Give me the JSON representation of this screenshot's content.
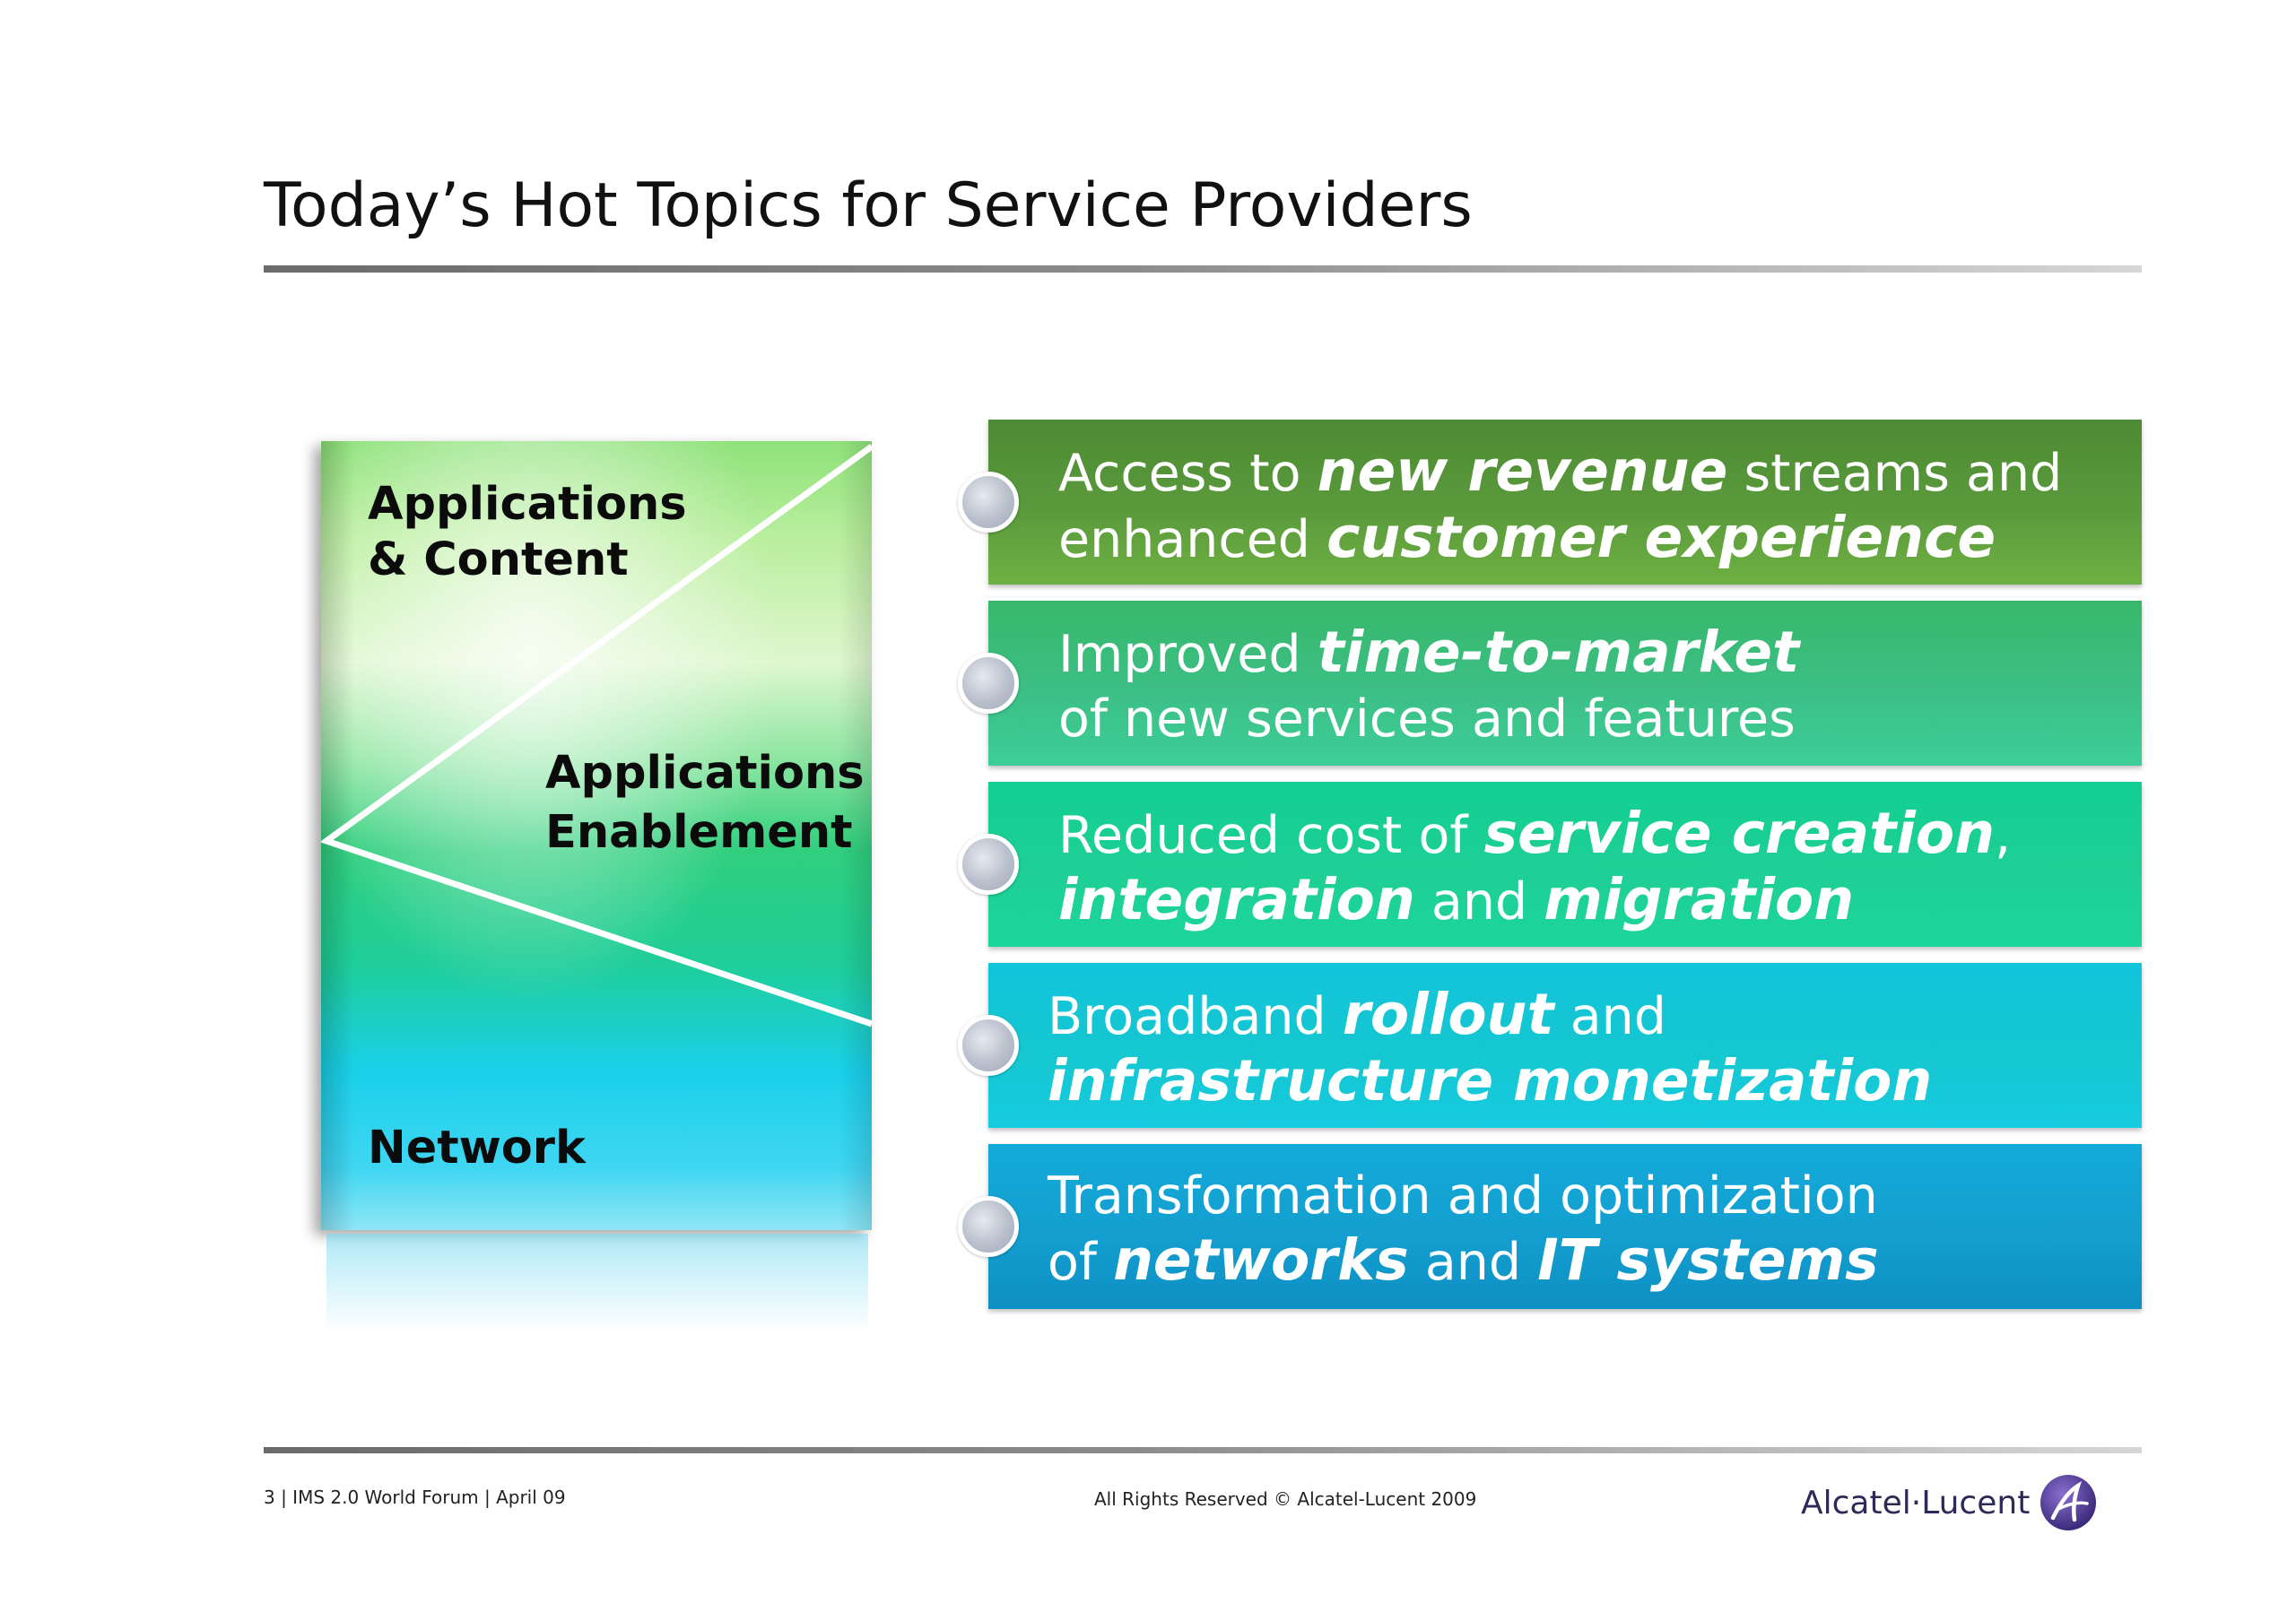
{
  "title": "Today’s Hot Topics for Service Providers",
  "stack": {
    "labels": {
      "top": [
        "Applications",
        "& Content"
      ],
      "middle": [
        "Applications",
        "Enablement"
      ],
      "bottom": "Network"
    }
  },
  "topics": [
    {
      "line1": [
        {
          "t": "Access to ",
          "b": false
        },
        {
          "t": "new revenue",
          "b": true
        },
        {
          "t": " streams and",
          "b": false
        }
      ],
      "line2": [
        {
          "t": "enhanced ",
          "b": false
        },
        {
          "t": "customer experience",
          "b": true
        }
      ],
      "color": "#5a9a3c"
    },
    {
      "line1": [
        {
          "t": "Improved ",
          "b": false
        },
        {
          "t": "time-to-market",
          "b": true
        }
      ],
      "line2": [
        {
          "t": "of new services and features",
          "b": false
        }
      ],
      "color": "#3cbf86"
    },
    {
      "line1": [
        {
          "t": "Reduced cost of ",
          "b": false
        },
        {
          "t": "service creation",
          "b": true
        },
        {
          "t": ",",
          "b": false
        }
      ],
      "line2": [
        {
          "t": "integration",
          "b": true
        },
        {
          "t": " and ",
          "b": false
        },
        {
          "t": "migration",
          "b": true
        }
      ],
      "color": "#1fcf95"
    },
    {
      "line1": [
        {
          "t": "Broadband ",
          "b": false
        },
        {
          "t": "rollout",
          "b": true
        },
        {
          "t": " and",
          "b": false
        }
      ],
      "line2": [
        {
          "t": "infrastructure monetization",
          "b": true
        }
      ],
      "color": "#15c7cf"
    },
    {
      "line1": [
        {
          "t": "Transformation and optimization",
          "b": false
        }
      ],
      "line2": [
        {
          "t": "of ",
          "b": false
        },
        {
          "t": "networks",
          "b": true
        },
        {
          "t": " and ",
          "b": false
        },
        {
          "t": "IT systems",
          "b": true
        }
      ],
      "color": "#139fd0"
    }
  ],
  "footer": {
    "left": "3 | IMS 2.0 World Forum | April 09",
    "center": "All Rights Reserved © Alcatel-Lucent 2009",
    "brand": "Alcatel·Lucent"
  },
  "logo_icon": "alcatel-lucent-logo-icon"
}
